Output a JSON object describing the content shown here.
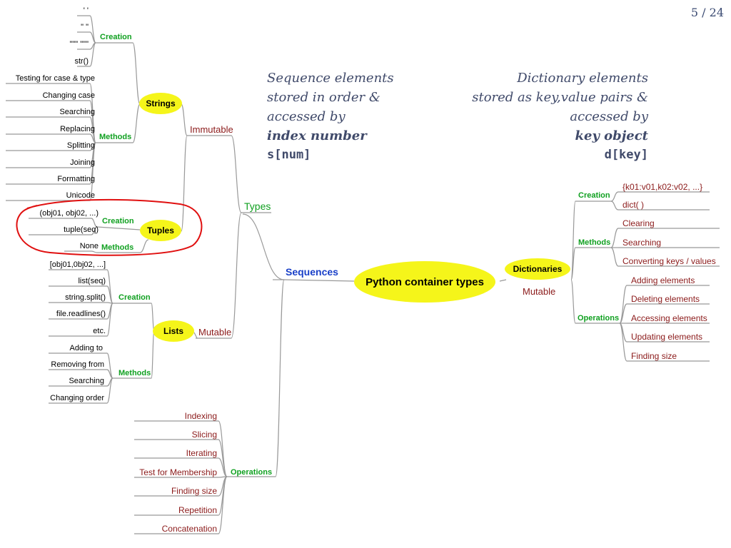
{
  "page_number": "5 / 24",
  "notes": {
    "sequence": {
      "line1": "Sequence elements",
      "line2": "stored in order &",
      "line3": "accessed by",
      "line4": "index number",
      "line5": "s[num]"
    },
    "dictionary": {
      "line1": "Dictionary elements",
      "line2": "stored as key,value pairs &",
      "line3": "accessed by",
      "line4": "key object",
      "line5": "d[key]"
    }
  },
  "root": "Python container types",
  "sequences": {
    "label": "Sequences",
    "types_label": "Types",
    "immutable_label": "Immutable",
    "mutable_label": "Mutable",
    "strings": {
      "label": "Strings",
      "creation_label": "Creation",
      "creation": [
        "' '",
        "\" \"",
        "\"\"\" \"\"\"",
        "str()"
      ],
      "methods_label": "Methods",
      "methods": [
        "Testing for case & type",
        "Changing case",
        "Searching",
        "Replacing",
        "Splitting",
        "Joining",
        "Formatting",
        "Unicode"
      ]
    },
    "tuples": {
      "label": "Tuples",
      "creation_label": "Creation",
      "creation": [
        "(obj01, obj02, ...)",
        "tuple(seq)"
      ],
      "methods_label": "Methods",
      "methods": [
        "None"
      ]
    },
    "lists": {
      "label": "Lists",
      "creation_label": "Creation",
      "creation": [
        "[obj01,0bj02, ...]",
        "list(seq)",
        "string.split()",
        "file.readlines()",
        "etc."
      ],
      "methods_label": "Methods",
      "methods": [
        "Adding to",
        "Removing from",
        "Searching",
        "Changing order"
      ]
    },
    "operations_label": "Operations",
    "operations": [
      "Indexing",
      "Slicing",
      "Iterating",
      "Test for Membership",
      "Finding size",
      "Repetition",
      "Concatenation"
    ]
  },
  "dictionaries": {
    "label": "Dictionaries",
    "mutable_label": "Mutable",
    "creation_label": "Creation",
    "creation": [
      "{k01:v01,k02:v02, ...}",
      "dict( )"
    ],
    "methods_label": "Methods",
    "methods": [
      "Clearing",
      "Searching",
      "Converting keys / values"
    ],
    "operations_label": "Operations",
    "operations": [
      "Adding elements",
      "Deleting elements",
      "Accessing elements",
      "Updating elements",
      "Finding size"
    ]
  },
  "colors": {
    "bubble": "#f5f51a",
    "category_text": "#8b1a1a",
    "group_text": "#10a020",
    "sequences_text": "#1a40c8",
    "highlight_circle": "#e01010",
    "connector": "#999999"
  }
}
